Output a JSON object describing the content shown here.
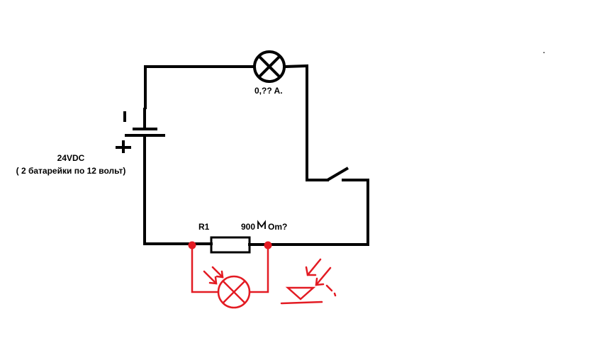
{
  "diagram": {
    "labels": {
      "lamp_current": "0,?? A.",
      "voltage": "24VDC",
      "battery_note": "( 2 батарейки по 12 вольт)",
      "resistor_name": "R1",
      "resistor_value_prefix": "900",
      "resistor_value_suffix": "Om?",
      "battery_minus": "-",
      "battery_plus": "+",
      "corner_mark": "."
    },
    "colors": {
      "wire": "#000000",
      "annotation": "#e31b23",
      "background": "#ffffff"
    }
  }
}
